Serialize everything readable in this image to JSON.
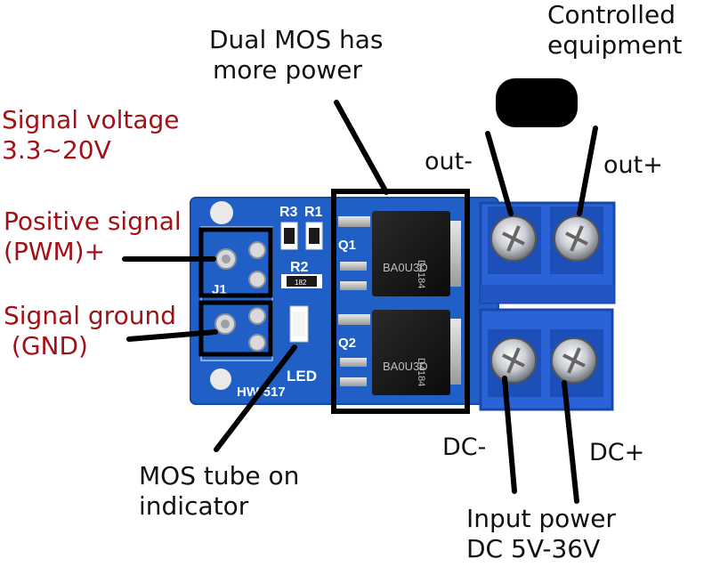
{
  "labels": {
    "signal_voltage": [
      "Signal voltage",
      "3.3~20V"
    ],
    "positive_signal": [
      "Positive signal",
      "(PWM)+"
    ],
    "signal_ground": [
      "Signal ground",
      " (GND)"
    ],
    "dual_mos": [
      "Dual MOS has",
      "more power"
    ],
    "controlled_equipment": [
      "Controlled",
      "equipment"
    ],
    "out_minus": "out-",
    "out_plus": "out+",
    "dc_minus": "DC-",
    "dc_plus": "DC+",
    "mos_indicator": [
      "MOS tube on",
      "indicator"
    ],
    "input_power": [
      "Input power",
      "DC 5V-36V"
    ]
  },
  "board": {
    "chip_text_1": "D4184",
    "chip_text_2": "BA0U3D",
    "r3": "R3",
    "r1": "R1",
    "r2": "R2",
    "r2_code": "182",
    "q1": "Q1",
    "q2": "Q2",
    "j1": "J1",
    "led": "LED",
    "model": "HW-517"
  },
  "colors": {
    "label_red": "#a01218",
    "board_blue": "#1f5fc6",
    "terminal_blue": "#2a62d8",
    "annotation_black": "#000000"
  }
}
